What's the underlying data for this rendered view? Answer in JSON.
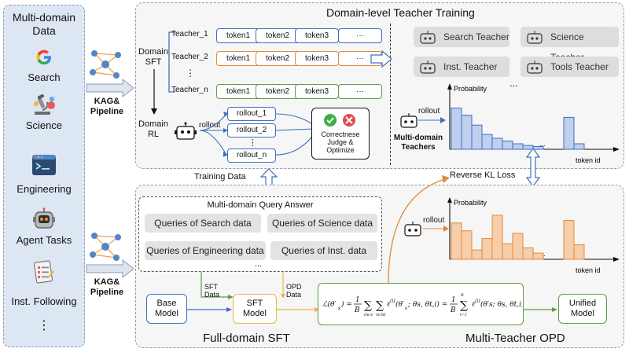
{
  "left_panel": {
    "title_line1": "Multi-domain",
    "title_line2": "Data",
    "items": [
      {
        "label": "Search",
        "icon": "google-icon"
      },
      {
        "label": "Science",
        "icon": "microscope-icon"
      },
      {
        "label": "Engineering",
        "icon": "terminal-icon"
      },
      {
        "label": "Agent Tasks",
        "icon": "robot-icon"
      },
      {
        "label": "Inst. Following",
        "icon": "checklist-icon"
      }
    ],
    "ellipsis": "⋮"
  },
  "kag_top": {
    "line1": "KAG&",
    "line2": "Pipeline"
  },
  "kag_bottom": {
    "line1": "KAG&",
    "line2": "Pipeline"
  },
  "top_panel": {
    "title": "Domain-level Teacher Training",
    "domain_sft": {
      "line1": "Domain",
      "line2": "SFT"
    },
    "teachers": [
      {
        "name": "Teacher_1",
        "tokens": [
          "token1",
          "token2",
          "token3",
          "···"
        ]
      },
      {
        "name": "Teacher_2",
        "tokens": [
          "token1",
          "token2",
          "token3",
          "···"
        ]
      },
      {
        "name": "Teacher_n",
        "tokens": [
          "token1",
          "token2",
          "token3",
          "···"
        ]
      }
    ],
    "teacher_ellipsis": "⋮",
    "domain_rl": {
      "line1": "Domain",
      "line2": "RL"
    },
    "rollout_label": "rollout",
    "rollouts": [
      "rollout_1",
      "rollout_2",
      "rollout_n"
    ],
    "rollout_ellipsis": "⋮",
    "judge": {
      "line1": "Correctnese",
      "line2": "Judge &",
      "line3": "Optimize"
    },
    "teacher_boxes": [
      "Search Teacher",
      "Science Teacher",
      "Inst. Teacher",
      "Tools Teacher"
    ],
    "teacher_boxes_ellipsis": "...",
    "chart_rollout_label": "rollout",
    "multi_domain_teachers": {
      "line1": "Multi-domain",
      "line2": "Teachers"
    }
  },
  "training_data_label": "Training Data",
  "reverse_kl_label": "Reverse KL Loss",
  "bottom_panel": {
    "query_title": "Multi-domain Query Answer",
    "queries": [
      "Queries of Search data",
      "Queries of Science data",
      "Queries of Engineering data",
      "Queries of Inst. data"
    ],
    "query_ellipsis": "...",
    "sft_data": {
      "line1": "SFT",
      "line2": "Data"
    },
    "opd_data": {
      "line1": "OPD",
      "line2": "Data"
    },
    "base_model": {
      "line1": "Base",
      "line2": "Model"
    },
    "sft_model": {
      "line1": "SFT",
      "line2": "Model"
    },
    "unified_model": {
      "line1": "Unified",
      "line2": "Model"
    },
    "full_domain_sft": "Full-domain SFT",
    "multi_teacher_opd": "Multi-Teacher OPD",
    "rollout_label": "rollout"
  },
  "chart_data": [
    {
      "type": "bar",
      "ylabel": "Probability",
      "xlabel": "token id",
      "values": [
        0.75,
        0.62,
        0.44,
        0.27,
        0.2,
        0.15,
        0.1,
        0.07,
        0.05,
        0.0,
        0.0,
        0.58,
        0.1
      ],
      "gap_label": "...",
      "color": "#bfcfee"
    },
    {
      "type": "bar",
      "ylabel": "Probability",
      "xlabel": "token id",
      "values": [
        0.7,
        0.55,
        0.18,
        0.4,
        0.85,
        0.3,
        0.5,
        0.22,
        0.12,
        0.0,
        0.0,
        0.75,
        0.28
      ],
      "gap_label": "...",
      "color": "#f7cdaa"
    }
  ],
  "colors": {
    "blue": "#3f6fbf",
    "orange": "#e08a3c",
    "green": "#5e9c46",
    "yellow": "#e6b84a"
  }
}
